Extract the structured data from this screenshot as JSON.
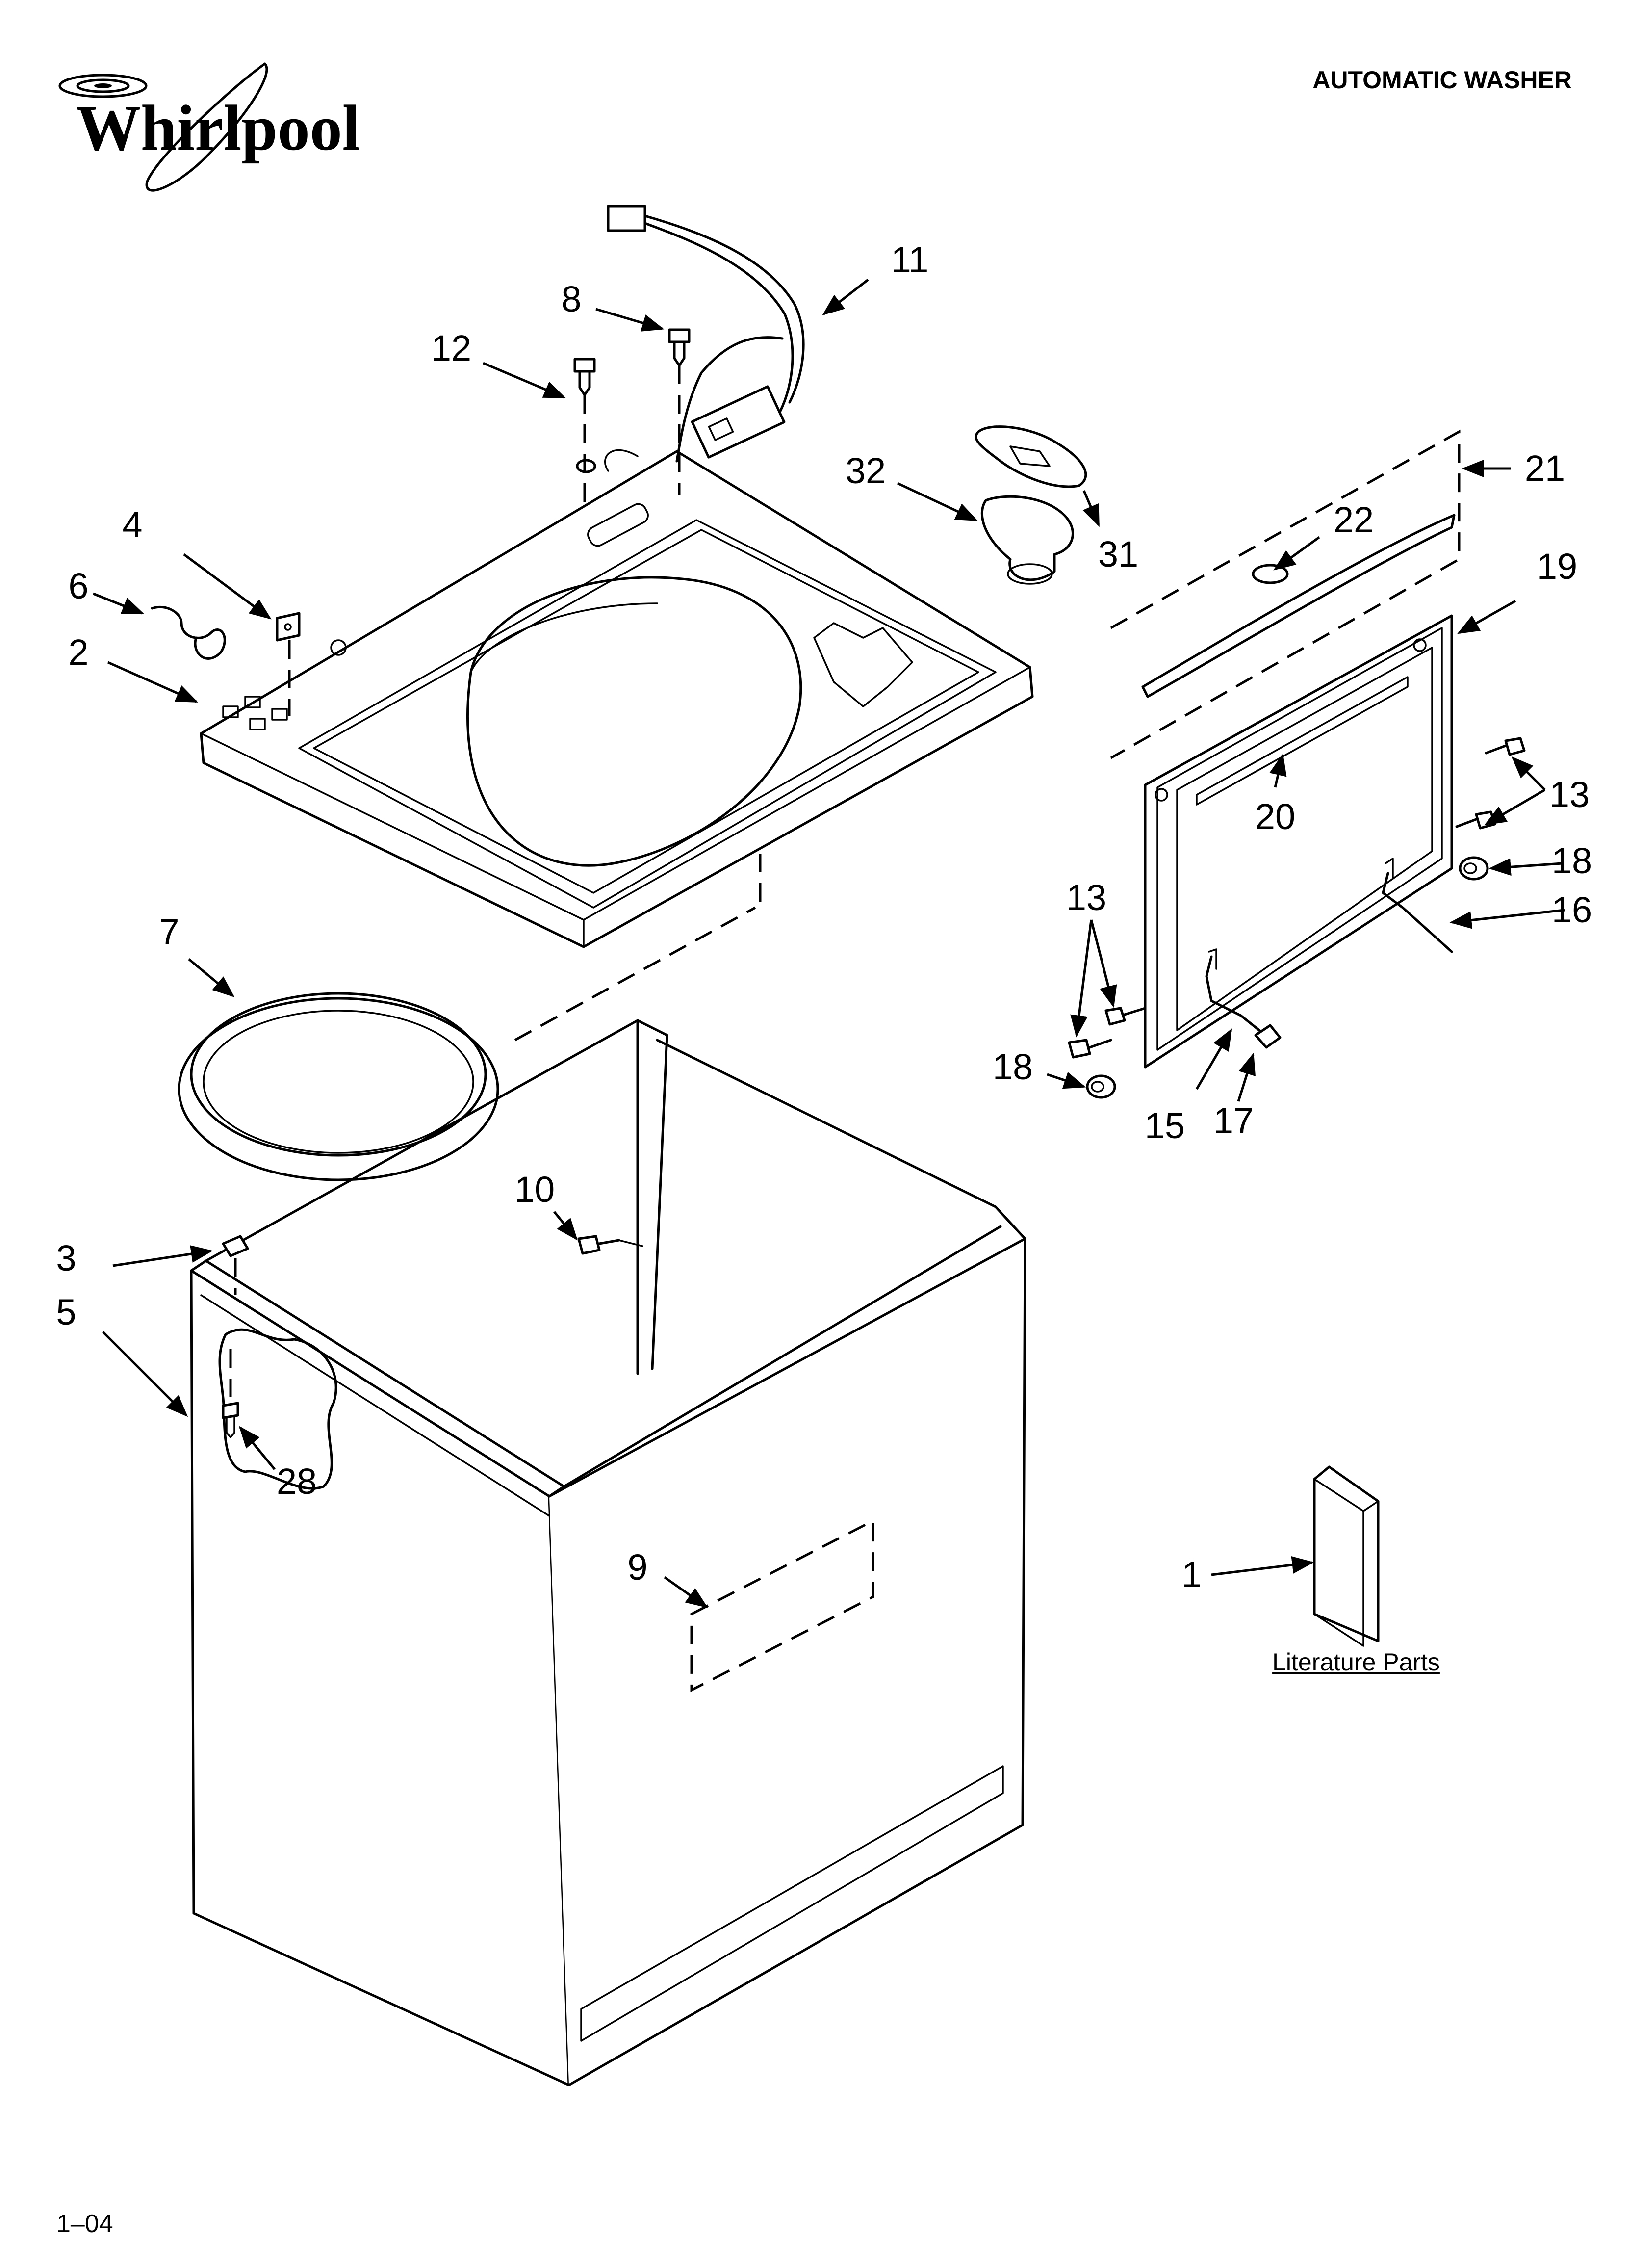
{
  "brand": {
    "logo_text": "Whirlpool"
  },
  "header": {
    "title": "AUTOMATIC WASHER"
  },
  "footer": {
    "page_code": "1–04"
  },
  "literature": {
    "label": "Literature Parts"
  },
  "callouts": {
    "c1": "1",
    "c2": "2",
    "c3": "3",
    "c4": "4",
    "c5": "5",
    "c6": "6",
    "c7": "7",
    "c8": "8",
    "c9": "9",
    "c10": "10",
    "c11": "11",
    "c12": "12",
    "c13a": "13",
    "c13b": "13",
    "c15": "15",
    "c16": "16",
    "c17": "17",
    "c18a": "18",
    "c18b": "18",
    "c19": "19",
    "c20": "20",
    "c21": "21",
    "c22": "22",
    "c28": "28",
    "c31": "31",
    "c32": "32"
  }
}
